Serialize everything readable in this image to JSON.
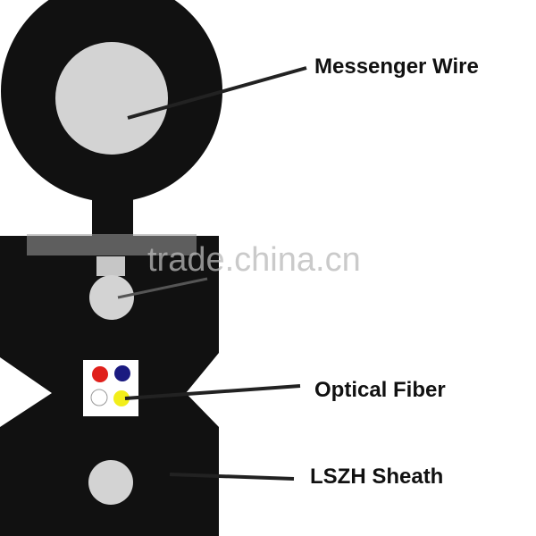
{
  "labels": {
    "messenger_wire": "Messenger Wire",
    "optical_fiber": "Optical Fiber",
    "sheath": "LSZH Sheath"
  },
  "watermark": "trade.china.cn",
  "colors": {
    "sheath": "#111111",
    "messenger_core": "#d3d3d3",
    "strength_member": "#d3d3d3",
    "fiber_red": "#e0201b",
    "fiber_blue": "#1a1a80",
    "fiber_white": "#ffffff",
    "fiber_yellow": "#f2ee1a",
    "leader_line": "#222222",
    "band": "#9e9e9e"
  }
}
